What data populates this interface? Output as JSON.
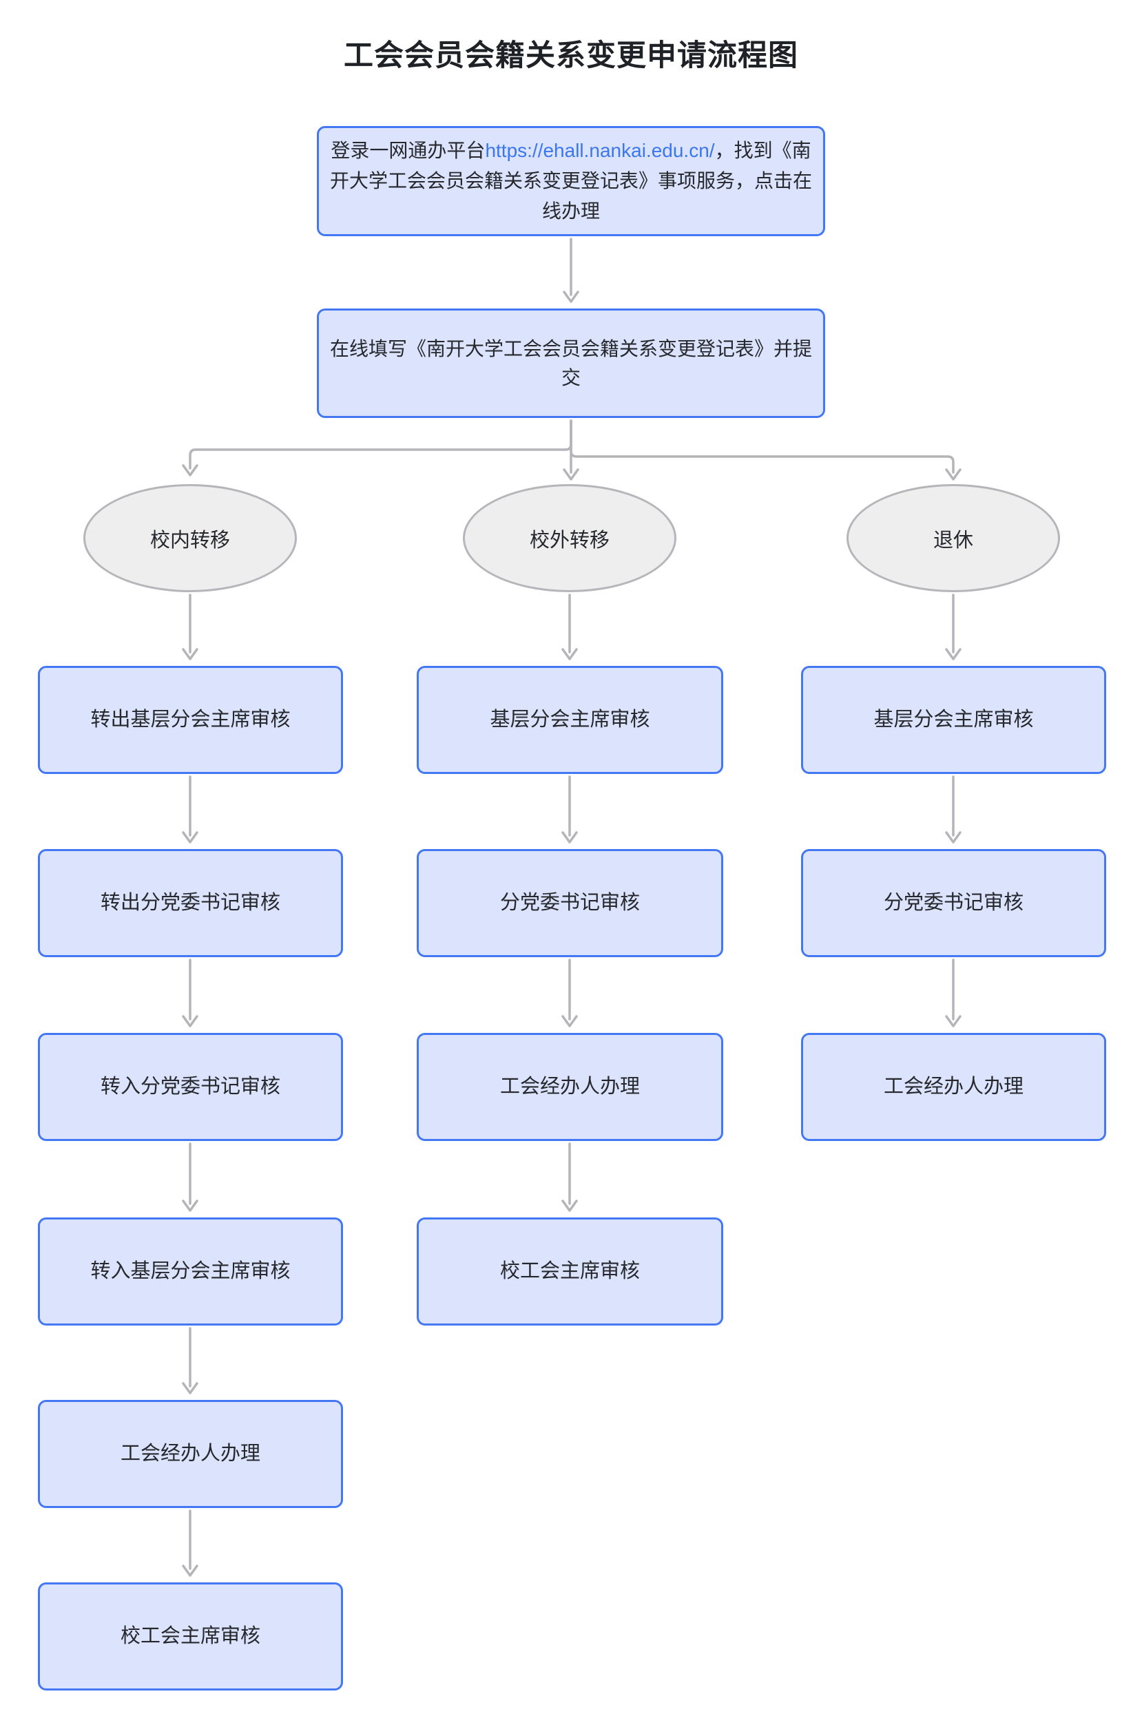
{
  "title": "工会会员会籍关系变更申请流程图",
  "start_box": {
    "prefix": "登录一网通办平台",
    "link": "https://ehall.nankai.edu.cn/",
    "suffix": "，找到《南开大学工会会员会籍关系变更登记表》事项服务，点击在线办理"
  },
  "submit_box": {
    "text": "在线填写《南开大学工会会员会籍关系变更登记表》并提交"
  },
  "branches": [
    {
      "label": "校内转移",
      "steps": [
        "转出基层分会主席审核",
        "转出分党委书记审核",
        "转入分党委书记审核",
        "转入基层分会主席审核",
        "工会经办人办理",
        "校工会主席审核"
      ]
    },
    {
      "label": "校外转移",
      "steps": [
        "基层分会主席审核",
        "分党委书记审核",
        "工会经办人办理",
        "校工会主席审核"
      ]
    },
    {
      "label": "退休",
      "steps": [
        "基层分会主席审核",
        "分党委书记审核",
        "工会经办人办理"
      ]
    }
  ],
  "colors": {
    "node_fill": "#dbe4fc",
    "node_border": "#4477f3",
    "ellipse_fill": "#eeeeef",
    "ellipse_border": "#b5b5ba",
    "arrow": "#b4b4b9",
    "link_text": "#3b76f0",
    "text": "#26282d"
  }
}
